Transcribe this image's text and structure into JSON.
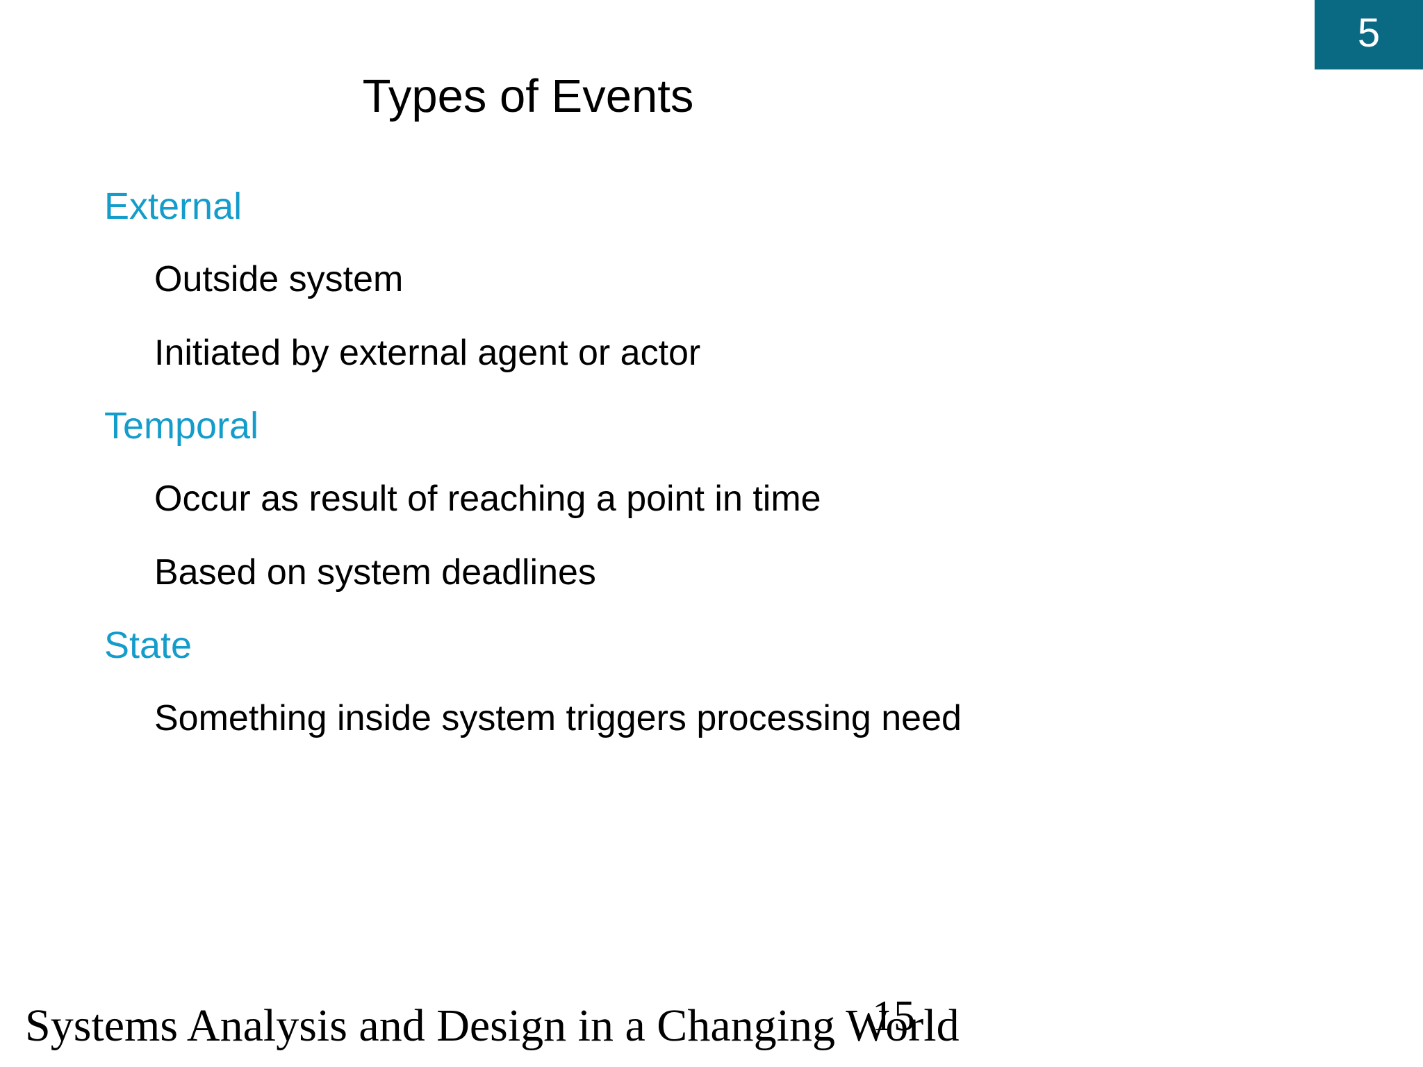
{
  "slide": {
    "title": "Types of Events",
    "page_chip": {
      "number": "5",
      "background_color": "#0a6a84",
      "text_color": "#ffffff"
    },
    "accent_color": "#149ccb",
    "body_color": "#000000",
    "background_color": "#ffffff",
    "outline": [
      {
        "level": 1,
        "text": "External"
      },
      {
        "level": 2,
        "text": "Outside system"
      },
      {
        "level": 2,
        "text": "Initiated by external agent or actor"
      },
      {
        "level": 1,
        "text": "Temporal"
      },
      {
        "level": 2,
        "text": "Occur as result of reaching a point in time"
      },
      {
        "level": 2,
        "text": "Based on system deadlines"
      },
      {
        "level": 1,
        "text": "State"
      },
      {
        "level": 2,
        "text": "Something inside system triggers processing need"
      }
    ],
    "footer": {
      "text": "Systems Analysis and Design in a Changing World",
      "page_number": "15"
    }
  }
}
